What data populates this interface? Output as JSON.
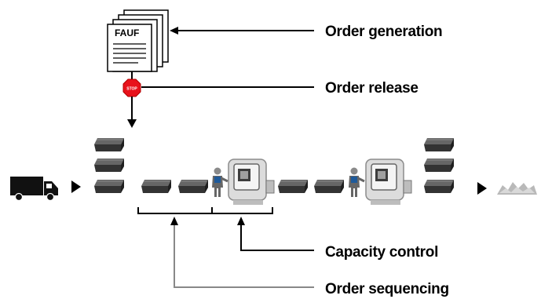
{
  "document": {
    "label": "FAUF",
    "back_label": "FAUF"
  },
  "stop_sign": {
    "label": "STOP",
    "color": "#e8121b"
  },
  "labels": {
    "order_generation": "Order generation",
    "order_release": "Order release",
    "capacity_control": "Capacity control",
    "order_sequencing": "Order sequencing"
  },
  "icons": {
    "truck": "truck-icon",
    "bin": "storage-bin-icon",
    "operator": "operator-icon",
    "workstation": "machine-workstation-icon",
    "arrowhead": "arrowhead-icon",
    "products": "finished-goods-icon"
  },
  "colors": {
    "ink": "#000000",
    "bin": "#3a3a3a",
    "bin_rim": "#5a5a5a",
    "machine": "#c8c8c8",
    "sequencing_line": "#888888",
    "products": "#b9b9b9"
  }
}
